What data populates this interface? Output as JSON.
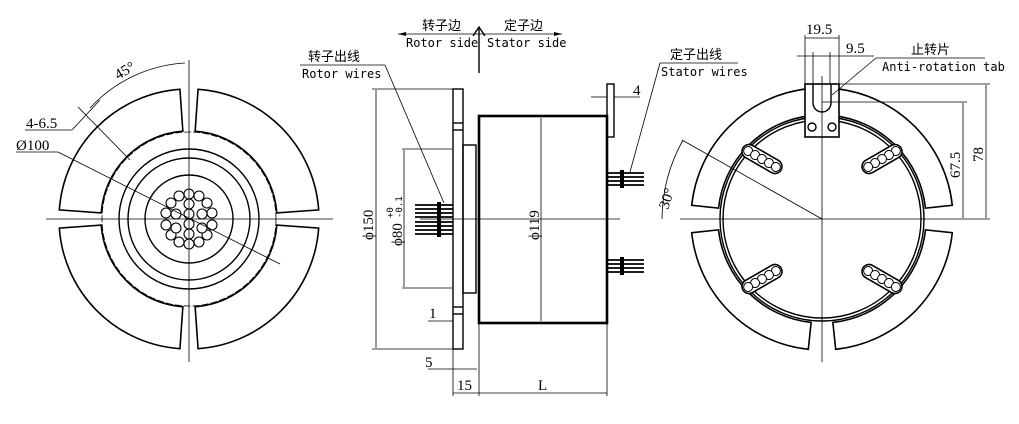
{
  "header": {
    "rotor_side_cn": "转子边",
    "rotor_side_en": "Rotor side",
    "stator_side_cn": "定子边",
    "stator_side_en": "Stator side"
  },
  "left_view": {
    "angle_label": "45°",
    "holes_label": "4-6.5",
    "diameter_label": "Ø100"
  },
  "side_view": {
    "rotor_wires_cn": "转子出线",
    "rotor_wires_en": "Rotor wires",
    "stator_wires_cn": "定子出线",
    "stator_wires_en": "Stator wires",
    "dim_flange": "ϕ150",
    "dim_spigot": "ϕ80",
    "dim_spigot_tol_upper": "+0",
    "dim_spigot_tol_lower": "-0.1",
    "dim_body": "ϕ119",
    "dim_tab_thickness": "4",
    "dim_gap": "1",
    "dim_flange_thickness": "5",
    "dim_hub": "15",
    "dim_length": "L"
  },
  "right_view": {
    "angle_label": "30°",
    "dim_tab_width": "19.5",
    "dim_slot_width": "9.5",
    "tab_cn": "止转片",
    "tab_en": "Anti-rotation tab",
    "dim_slot_height": "67.5",
    "dim_tab_height": "78"
  }
}
